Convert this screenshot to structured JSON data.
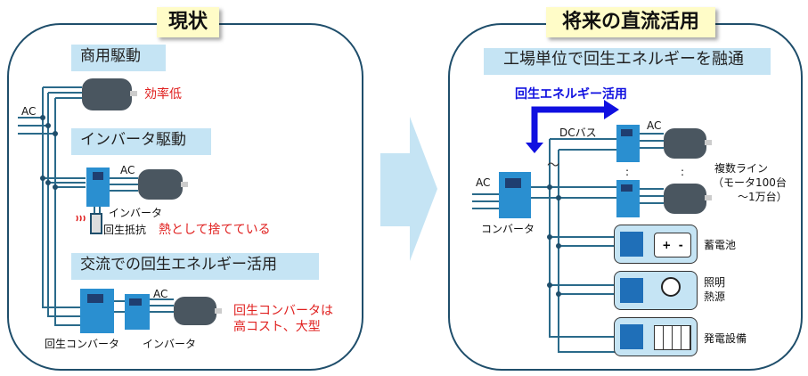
{
  "left_panel": {
    "title": "現状",
    "sections": [
      {
        "label": "商用駆動",
        "note": "効率低"
      },
      {
        "label": "インバータ駆動",
        "ac_label": "AC",
        "device_label": "インバータ",
        "resistor_label": "回生抵抗",
        "note": "熱として捨てている"
      },
      {
        "label": "交流での回生エネルギー活用",
        "ac_label": "AC",
        "converter_label": "回生コンバータ",
        "inverter_label": "インバータ",
        "note_line1": "回生コンバータは",
        "note_line2": "高コスト、大型"
      }
    ],
    "ac_input_label": "AC"
  },
  "right_panel": {
    "title": "将来の直流活用",
    "subtitle": "工場単位で回生エネルギーを融通",
    "flow_label": "回生エネルギー活用",
    "dc_bus_label": "DCバス",
    "ac_input_label": "AC",
    "converter_label": "コンバータ",
    "motor_ac_label": "AC",
    "ellipsis": ":",
    "lines_label": [
      "複数ライン",
      "（モータ100台",
      "～1万台）"
    ],
    "loads": [
      {
        "label": "蓄電池",
        "icon": "battery-icon"
      },
      {
        "label_line1": "照明",
        "label_line2": "熱源",
        "icon": "lightbulb-icon"
      },
      {
        "label": "発電設備",
        "icon": "solar-panel-icon"
      }
    ]
  },
  "colors": {
    "panel_border": "#1f4e6b",
    "title_bg": "#fffcc8",
    "section_bg": "#c5e4f4",
    "alert_text": "#e0201f",
    "flow_blue": "#1010e0"
  }
}
